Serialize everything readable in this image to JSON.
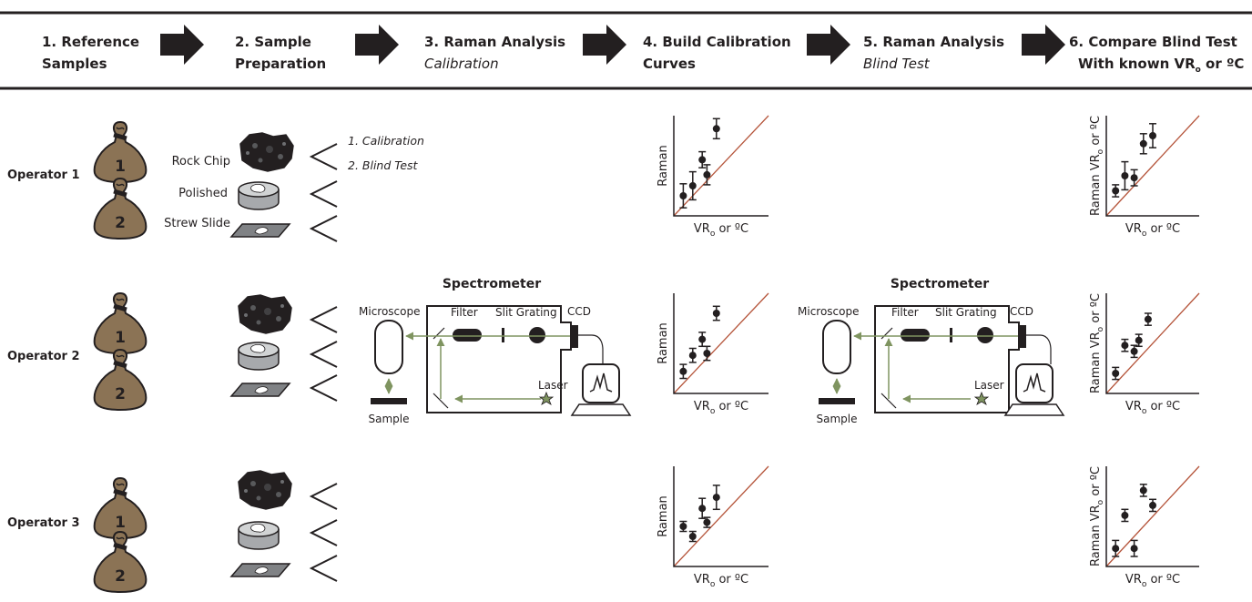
{
  "steps": [
    {
      "line1": "1. Reference",
      "line2": "Samples",
      "line2_style": "bold"
    },
    {
      "line1": "2. Sample",
      "line2": "Preparation",
      "line2_style": "bold"
    },
    {
      "line1": "3. Raman Analysis",
      "line2": "Calibration",
      "line2_style": "italic"
    },
    {
      "line1": "4. Build Calibration",
      "line2": "Curves",
      "line2_style": "bold"
    },
    {
      "line1": "5. Raman Analysis",
      "line2": "Blind Test",
      "line2_style": "italic"
    },
    {
      "line1": "6. Compare Blind Test",
      "line2_pre": "With known VR",
      "line2_sub": "o",
      "line2_post": " or ºC",
      "line2_style": "bold"
    }
  ],
  "operators": [
    "Operator 1",
    "Operator 2",
    "Operator 3"
  ],
  "bag_numbers": [
    "1",
    "2"
  ],
  "sample_types": [
    "Rock Chip",
    "Polished",
    "Strew Slide"
  ],
  "analysis_modes": [
    "1. Calibration",
    "2. Blind Test"
  ],
  "spectrometer": {
    "title": "Spectrometer",
    "microscope": "Microscope",
    "filter": "Filter",
    "slit_grating": "Slit Grating",
    "ccd": "CCD",
    "laser": "Laser",
    "sample": "Sample"
  },
  "axis_labels": {
    "raman": "Raman",
    "raman_vr_pre": "Raman VR",
    "raman_vr_sub": "o",
    "raman_vr_post": " or ºC",
    "vr_pre": "VR",
    "vr_sub": "o",
    "vr_post": " or ºC"
  },
  "colors": {
    "arrow": "#231f20",
    "bag": "#8b7355",
    "fit_line": "#b5553b",
    "beam": "#7f9460",
    "laser_star": "#7f9460",
    "disk": "#a7a9ac"
  },
  "chart_data": [
    {
      "type": "scatter",
      "title": "",
      "xlabel": "VRₒ or ºC",
      "ylabel": "Raman",
      "operator": "Operator 1",
      "fit_line": "1:1",
      "x": [
        0.1,
        0.2,
        0.3,
        0.35,
        0.45
      ],
      "y": [
        0.2,
        0.3,
        0.56,
        0.41,
        0.87
      ],
      "err": [
        0.12,
        0.14,
        0.08,
        0.1,
        0.1
      ]
    },
    {
      "type": "scatter",
      "title": "",
      "xlabel": "VRₒ or ºC",
      "ylabel": "Raman VRₒ or ºC",
      "operator": "Operator 1",
      "fit_line": "1:1",
      "x": [
        0.1,
        0.2,
        0.3,
        0.4,
        0.5
      ],
      "y": [
        0.25,
        0.4,
        0.38,
        0.72,
        0.8
      ],
      "err": [
        0.06,
        0.14,
        0.08,
        0.1,
        0.12
      ]
    },
    {
      "type": "scatter",
      "title": "",
      "xlabel": "VRₒ or ºC",
      "ylabel": "Raman",
      "operator": "Operator 2",
      "fit_line": "1:1",
      "x": [
        0.1,
        0.2,
        0.3,
        0.35,
        0.45
      ],
      "y": [
        0.22,
        0.38,
        0.54,
        0.4,
        0.8
      ],
      "err": [
        0.07,
        0.07,
        0.07,
        0.07,
        0.07
      ]
    },
    {
      "type": "scatter",
      "title": "",
      "xlabel": "VRₒ or ºC",
      "ylabel": "Raman VRₒ or ºC",
      "operator": "Operator 2",
      "fit_line": "1:1",
      "x": [
        0.1,
        0.2,
        0.3,
        0.35,
        0.45
      ],
      "y": [
        0.2,
        0.48,
        0.42,
        0.53,
        0.74
      ],
      "err": [
        0.06,
        0.06,
        0.06,
        0.06,
        0.06
      ]
    },
    {
      "type": "scatter",
      "title": "",
      "xlabel": "VRₒ or ºC",
      "ylabel": "Raman",
      "operator": "Operator 3",
      "fit_line": "1:1",
      "x": [
        0.1,
        0.2,
        0.3,
        0.35,
        0.45
      ],
      "y": [
        0.4,
        0.3,
        0.58,
        0.44,
        0.69
      ],
      "err": [
        0.05,
        0.05,
        0.1,
        0.05,
        0.12
      ]
    },
    {
      "type": "scatter",
      "title": "",
      "xlabel": "VRₒ or ºC",
      "ylabel": "Raman VRₒ or ºC",
      "operator": "Operator 3",
      "fit_line": "1:1",
      "x": [
        0.1,
        0.2,
        0.3,
        0.4,
        0.5
      ],
      "y": [
        0.18,
        0.51,
        0.18,
        0.76,
        0.61
      ],
      "err": [
        0.08,
        0.06,
        0.08,
        0.06,
        0.06
      ]
    }
  ]
}
